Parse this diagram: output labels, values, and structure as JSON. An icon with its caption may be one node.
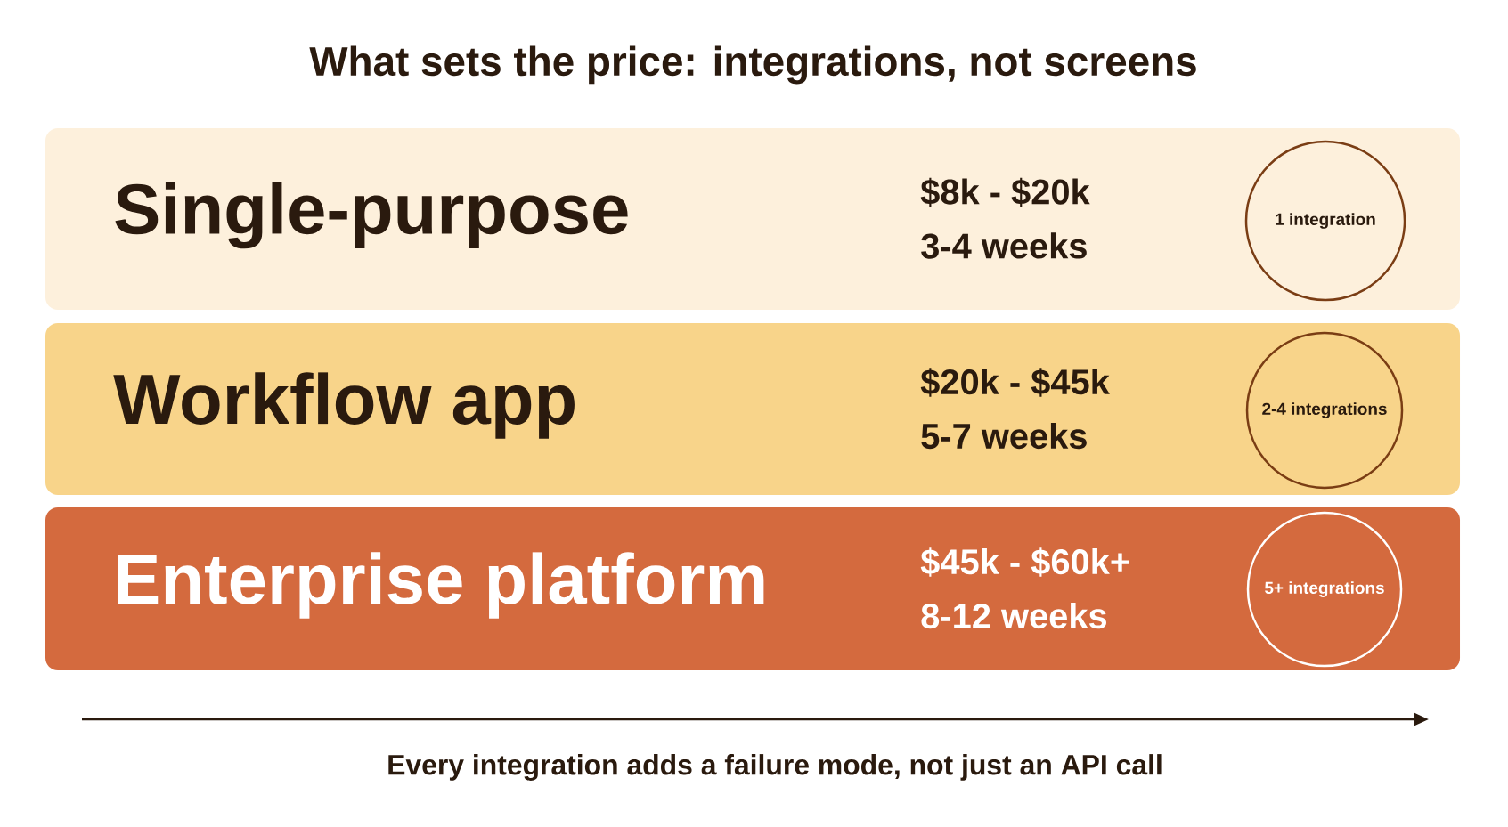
{
  "diagram": {
    "title": "What sets the price: integrations, not screens",
    "nodes": [
      {
        "text": [
          "Single-purpose",
          "$8k - $20k",
          "3-4 weeks"
        ]
      },
      {
        "text": [
          "1 integration"
        ],
        "in": 0
      },
      {
        "text": [
          "Workflow app",
          "$20k - $45k",
          "5-7 weeks"
        ]
      },
      {
        "text": [
          "2-4 integrations"
        ],
        "in": 2
      },
      {
        "text": [
          "Enterprise platform",
          "$45k - $60k+",
          "8-12 weeks"
        ]
      },
      {
        "text": [
          "5+ integrations"
        ],
        "in": 4
      }
    ],
    "caption": "Every integration adds a failure mode, not just an API call"
  }
}
